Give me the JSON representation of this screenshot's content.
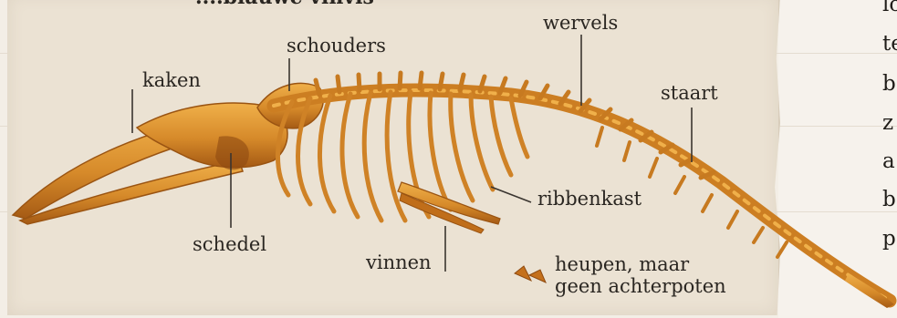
{
  "heading_fragment": "....blauwe vinvis",
  "labels": {
    "kaken": "kaken",
    "schouders": "schouders",
    "wervels": "wervels",
    "staart": "staart",
    "schedel": "schedel",
    "ribbenkast": "ribbenkast",
    "vinnen": "vinnen",
    "heupen_line1": "heupen, maar",
    "heupen_line2": "geen achterpoten"
  },
  "side_text": [
    "lo",
    "te",
    "b",
    "z",
    "a",
    "b",
    "p"
  ],
  "colors": {
    "bone": "#d68a2a",
    "bone_dark": "#a55a14",
    "panel": "#ebe2d3",
    "leader": "#3a3530"
  }
}
